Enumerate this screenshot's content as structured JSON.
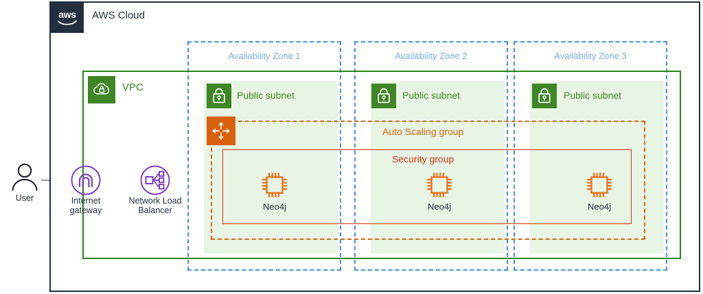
{
  "cloud": {
    "title": "AWS Cloud",
    "logo_text": "aws",
    "logo_icon": "aws-logo-icon",
    "border_color": "#232f3e"
  },
  "availability_zones": [
    {
      "label": "Availability Zone 1",
      "subnet": {
        "label": "Public subnet",
        "icon": "padlock-icon"
      },
      "instance": {
        "label": "Neo4j",
        "icon": "ec2-chip-icon"
      }
    },
    {
      "label": "Availability Zone 2",
      "subnet": {
        "label": "Public subnet",
        "icon": "padlock-icon"
      },
      "instance": {
        "label": "Neo4j",
        "icon": "ec2-chip-icon"
      }
    },
    {
      "label": "Availability Zone 3",
      "subnet": {
        "label": "Public subnet",
        "icon": "padlock-icon"
      },
      "instance": {
        "label": "Neo4j",
        "icon": "ec2-chip-icon"
      }
    }
  ],
  "vpc": {
    "label": "VPC",
    "icon": "vpc-cloud-lock-icon",
    "border_color": "#248814"
  },
  "auto_scaling_group": {
    "label": "Auto Scaling group",
    "icon": "auto-scaling-arrows-icon",
    "border_color": "#d86613"
  },
  "security_group": {
    "label": "Security group",
    "border_color": "#d13212"
  },
  "external": [
    {
      "name": "user",
      "label": "User",
      "icon": "user-person-icon"
    },
    {
      "name": "internet-gateway",
      "label_line1": "Internet",
      "label_line2": "gateway",
      "icon": "internet-gateway-icon"
    },
    {
      "name": "network-load-balancer",
      "label_line1": "Network Load",
      "label_line2": "Balancer",
      "icon": "network-load-balancer-icon"
    }
  ],
  "colors": {
    "aws_navy": "#232f3e",
    "az_blue": "#4a90e2",
    "az_label_blue": "#7aaeea",
    "vpc_green": "#248814",
    "subnet_green": "#3f8624",
    "subnet_fill": "#e8f4e4",
    "asg_orange": "#d86613",
    "sg_red": "#d13212",
    "node_orange": "#e8711a",
    "purple": "#7d3fc0"
  }
}
